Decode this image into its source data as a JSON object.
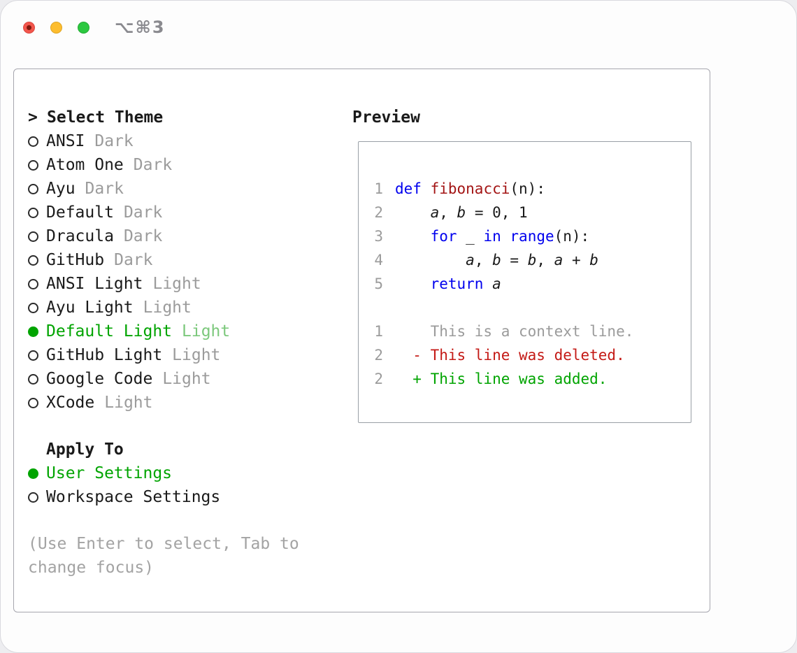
{
  "window": {
    "shortcut": "⌥⌘3"
  },
  "colors": {
    "accent-green": "#00a400",
    "keyword-blue": "#0000ee",
    "function-red": "#a31515",
    "deleted-red": "#c41a16",
    "added-green": "#00a400",
    "muted-gray": "#9b9b9b",
    "text": "#1a1a1a"
  },
  "theme_selector": {
    "prompt": ">",
    "title": "Select Theme",
    "items": [
      {
        "name": "ANSI",
        "variant": "Dark",
        "selected": false
      },
      {
        "name": "Atom One",
        "variant": "Dark",
        "selected": false
      },
      {
        "name": "Ayu",
        "variant": "Dark",
        "selected": false
      },
      {
        "name": "Default",
        "variant": "Dark",
        "selected": false
      },
      {
        "name": "Dracula",
        "variant": "Dark",
        "selected": false
      },
      {
        "name": "GitHub",
        "variant": "Dark",
        "selected": false
      },
      {
        "name": "ANSI Light",
        "variant": "Light",
        "selected": false
      },
      {
        "name": "Ayu Light",
        "variant": "Light",
        "selected": false
      },
      {
        "name": "Default Light",
        "variant": "Light",
        "selected": true
      },
      {
        "name": "GitHub Light",
        "variant": "Light",
        "selected": false
      },
      {
        "name": "Google Code",
        "variant": "Light",
        "selected": false
      },
      {
        "name": "XCode",
        "variant": "Light",
        "selected": false
      }
    ]
  },
  "apply_to": {
    "title": "Apply To",
    "items": [
      {
        "label": "User Settings",
        "selected": true
      },
      {
        "label": "Workspace Settings",
        "selected": false
      }
    ]
  },
  "hint": "(Use Enter to select, Tab to change focus)",
  "preview": {
    "title": "Preview",
    "code": [
      {
        "num": "1",
        "tokens": [
          [
            "kw",
            "def"
          ],
          [
            "pl",
            " "
          ],
          [
            "fn",
            "fibonacci"
          ],
          [
            "pl",
            "(n):"
          ]
        ]
      },
      {
        "num": "2",
        "tokens": [
          [
            "pl",
            "    "
          ],
          [
            "it",
            "a"
          ],
          [
            "pl",
            ", "
          ],
          [
            "it",
            "b"
          ],
          [
            "pl",
            " = 0, 1"
          ]
        ]
      },
      {
        "num": "3",
        "tokens": [
          [
            "pl",
            "    "
          ],
          [
            "kw",
            "for"
          ],
          [
            "pl",
            " _ "
          ],
          [
            "kw",
            "in"
          ],
          [
            "pl",
            " "
          ],
          [
            "kw",
            "range"
          ],
          [
            "pl",
            "(n):"
          ]
        ]
      },
      {
        "num": "4",
        "tokens": [
          [
            "pl",
            "        "
          ],
          [
            "it",
            "a"
          ],
          [
            "pl",
            ", "
          ],
          [
            "it",
            "b"
          ],
          [
            "pl",
            " = "
          ],
          [
            "it",
            "b"
          ],
          [
            "pl",
            ", "
          ],
          [
            "it",
            "a"
          ],
          [
            "pl",
            " + "
          ],
          [
            "it",
            "b"
          ]
        ]
      },
      {
        "num": "5",
        "tokens": [
          [
            "pl",
            "    "
          ],
          [
            "kw",
            "return"
          ],
          [
            "pl",
            " "
          ],
          [
            "it",
            "a"
          ]
        ]
      }
    ],
    "diff": [
      {
        "num": "1",
        "kind": "context",
        "text": "    This is a context line."
      },
      {
        "num": "2",
        "kind": "deleted",
        "text": "  - This line was deleted."
      },
      {
        "num": "2",
        "kind": "added",
        "text": "  + This line was added."
      }
    ]
  }
}
